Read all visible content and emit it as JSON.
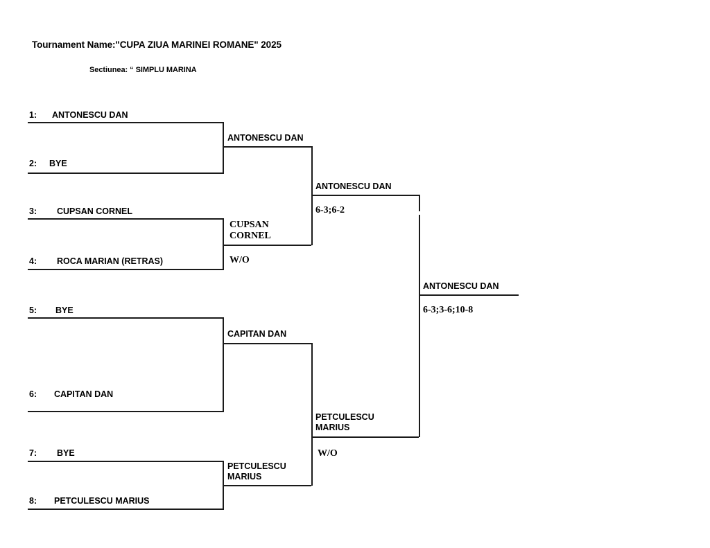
{
  "header": {
    "tournament_label": "Tournament Name:\"CUPA ZIUA MARINEI ROMANE\" 2025",
    "section_label": "Sectiunea: “ SIMPLU MARINA"
  },
  "round1": {
    "entries": [
      {
        "seed": "1:",
        "name": "ANTONESCU DAN"
      },
      {
        "seed": "2:",
        "name": "BYE"
      },
      {
        "seed": "3:",
        "name": "CUPSAN CORNEL"
      },
      {
        "seed": "4:",
        "name": "ROCA MARIAN (RETRAS)"
      },
      {
        "seed": "5:",
        "name": "BYE"
      },
      {
        "seed": "6:",
        "name": "CAPITAN DAN"
      },
      {
        "seed": "7:",
        "name": "BYE"
      },
      {
        "seed": "8:",
        "name": "PETCULESCU MARIUS"
      }
    ]
  },
  "round2": {
    "matches": [
      {
        "winner": "ANTONESCU DAN",
        "score": ""
      },
      {
        "winner": "CUPSAN\nCORNEL",
        "score": "W/O"
      },
      {
        "winner": "CAPITAN DAN",
        "score": ""
      },
      {
        "winner": "PETCULESCU\nMARIUS",
        "score": ""
      }
    ]
  },
  "round3": {
    "matches": [
      {
        "winner": "ANTONESCU DAN",
        "score": "6-3;6-2"
      },
      {
        "winner": "PETCULESCU\nMARIUS",
        "score": "W/O"
      }
    ]
  },
  "final": {
    "winner": "ANTONESCU DAN",
    "score": "6-3;3-6;10-8"
  },
  "colors": {
    "line": "#1a1a1a",
    "text": "#000000",
    "background": "#ffffff"
  }
}
